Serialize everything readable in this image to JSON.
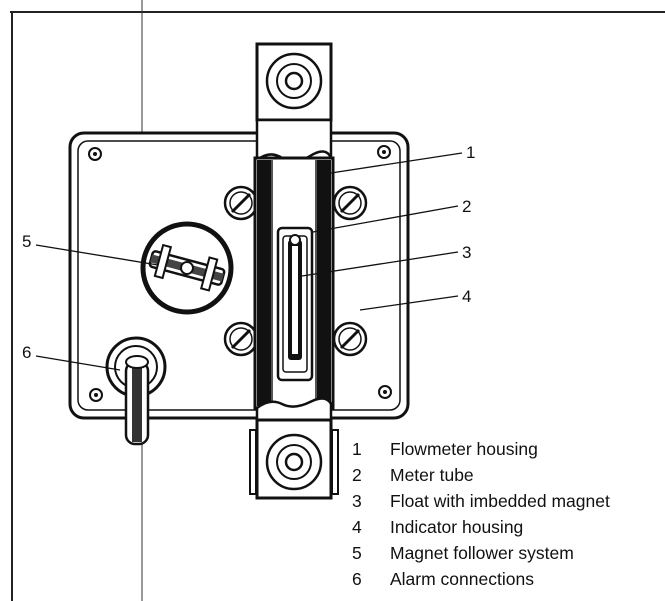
{
  "callouts": [
    "1",
    "2",
    "3",
    "4",
    "5",
    "6"
  ],
  "legend": [
    {
      "num": "1",
      "label": "Flowmeter housing"
    },
    {
      "num": "2",
      "label": "Meter tube"
    },
    {
      "num": "3",
      "label": "Float with imbedded magnet"
    },
    {
      "num": "4",
      "label": "Indicator housing"
    },
    {
      "num": "5",
      "label": "Magnet follower system"
    },
    {
      "num": "6",
      "label": "Alarm connections"
    }
  ]
}
